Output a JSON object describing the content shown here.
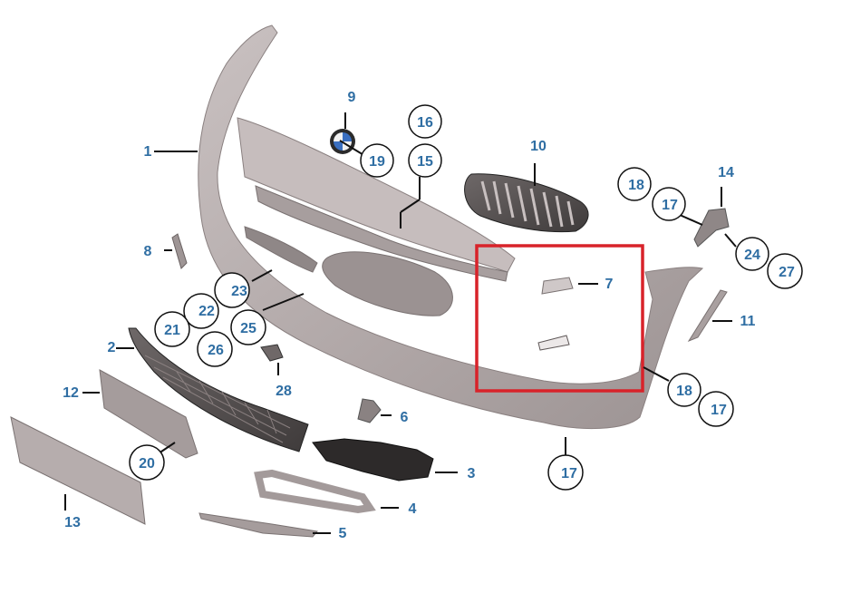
{
  "diagram": {
    "highlight_color": "#d8232a",
    "label_color": "#2f6ea3",
    "part_color": "#b8aeae",
    "parts": {
      "p1": "1",
      "p2": "2",
      "p3": "3",
      "p4": "4",
      "p5": "5",
      "p6": "6",
      "p7": "7",
      "p8": "8",
      "p9": "9",
      "p10": "10",
      "p11": "11",
      "p12": "12",
      "p13": "13",
      "p14": "14",
      "p15": "15",
      "p16": "16",
      "p17a": "17",
      "p17b": "17",
      "p17c": "17",
      "p18a": "18",
      "p18b": "18",
      "p19": "19",
      "p20": "20",
      "p21": "21",
      "p22": "22",
      "p23": "23",
      "p24": "24",
      "p25": "25",
      "p26": "26",
      "p27": "27",
      "p28": "28"
    }
  }
}
